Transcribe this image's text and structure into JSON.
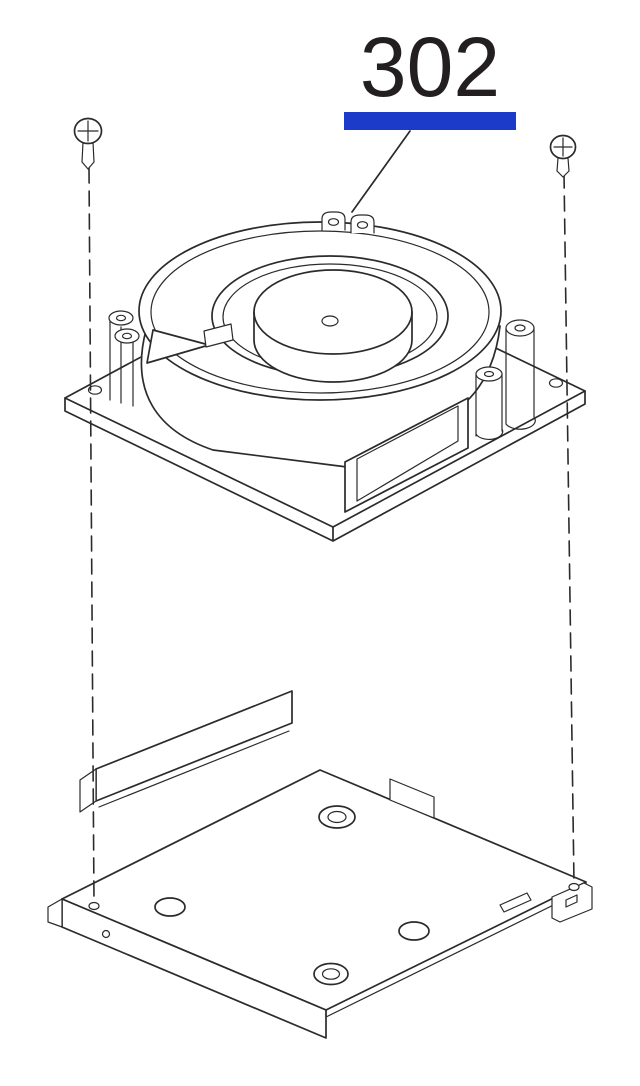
{
  "callout": {
    "part_number": "302",
    "highlight_color": "#1c3bc8",
    "text_color": "#231f20"
  },
  "diagram": {
    "background_color": "#ffffff",
    "line_color": "#2b2b2b",
    "parts": [
      {
        "name": "screw-left"
      },
      {
        "name": "screw-right"
      },
      {
        "name": "blower-fan-assembly"
      },
      {
        "name": "fan-mounting-plate"
      }
    ]
  }
}
